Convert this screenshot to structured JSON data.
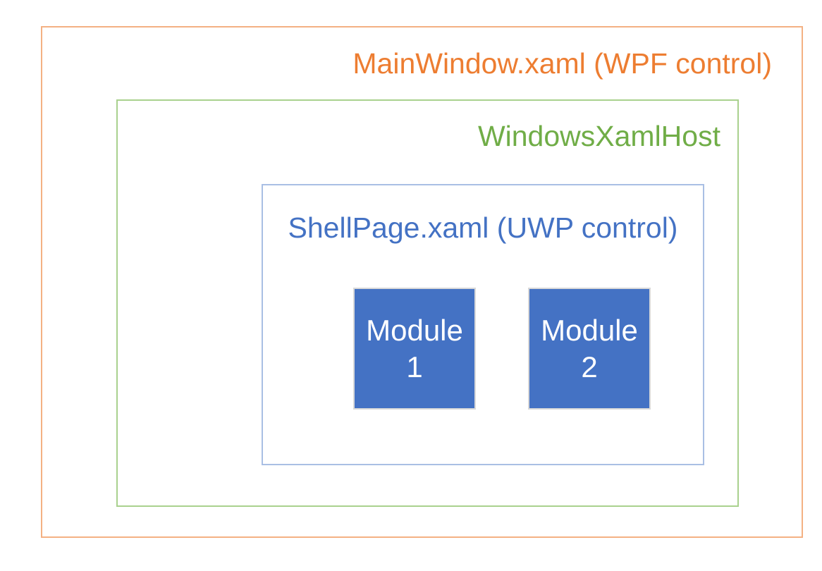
{
  "diagram": {
    "main_window": {
      "label": "MainWindow.xaml (WPF control)",
      "text_color": "#ED7D31",
      "border_color": "#F4B183"
    },
    "xaml_host": {
      "label": "WindowsXamlHost",
      "text_color": "#70AD47",
      "border_color": "#A9D18E"
    },
    "shell_page": {
      "label": "ShellPage.xaml (UWP control)",
      "text_color": "#4472C4",
      "border_color": "#A9BFE4"
    },
    "modules": [
      {
        "label": "Module\n1"
      },
      {
        "label": "Module\n2"
      }
    ],
    "module_fill_color": "#4472C4",
    "module_border_color": "#D9D9D9",
    "module_text_color": "#FFFFFF",
    "background_color": "#FFFFFF"
  }
}
